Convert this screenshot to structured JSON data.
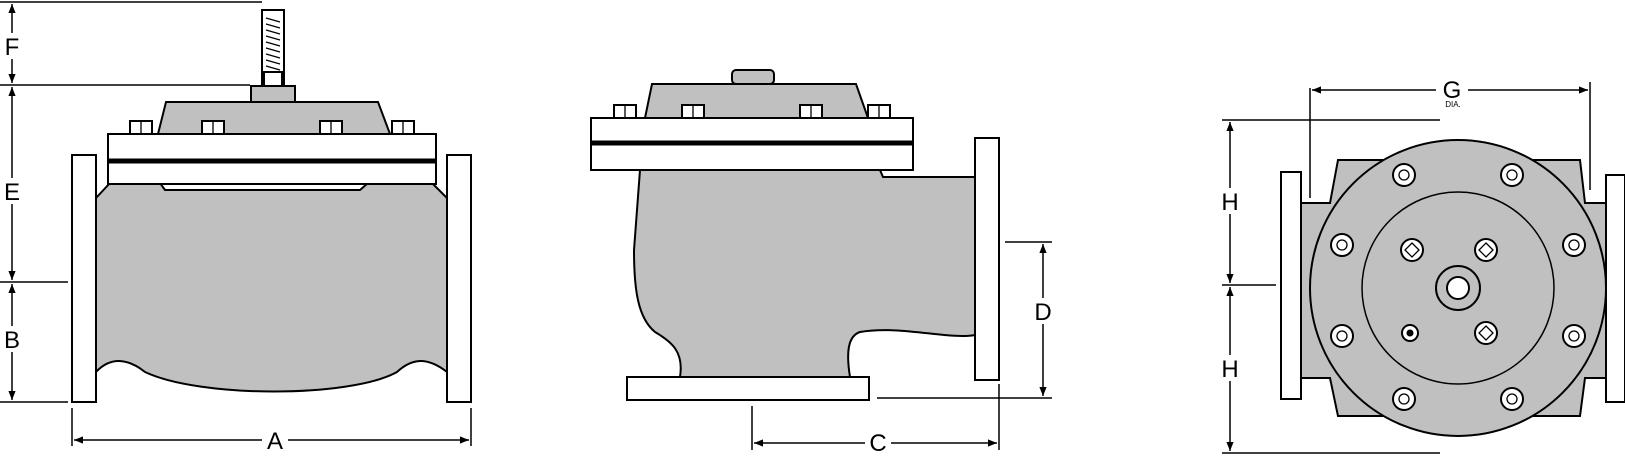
{
  "dimensions": {
    "A": "A",
    "B": "B",
    "C": "C",
    "D": "D",
    "E": "E",
    "F": "F",
    "G": "G",
    "G_note": "DIA.",
    "H_upper": "H",
    "H_lower": "H"
  },
  "colors": {
    "body_fill": "#c0c0c0",
    "line": "#000000",
    "background": "#ffffff"
  }
}
